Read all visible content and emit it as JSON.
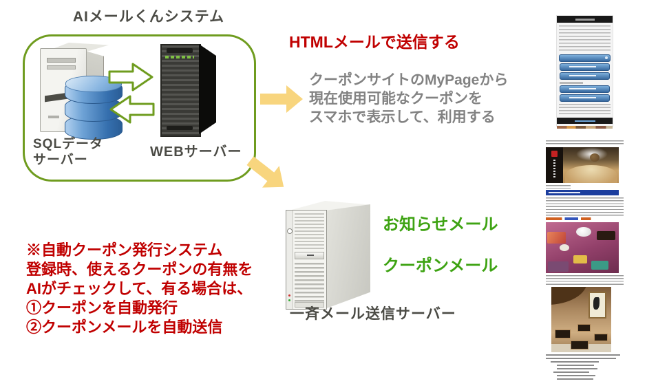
{
  "colors": {
    "red": "#C00000",
    "dark": "#4B4B45",
    "gray": "#828282",
    "olive": "#6F9C1F",
    "green": "#3EA313",
    "yellow": "#F8D57E",
    "navy": "#1C3E9E",
    "btnblue1": "#7DB0DC",
    "btnblue2": "#38699F"
  },
  "system": {
    "title": "AIメールくんシステム",
    "sql_label_line1": "SQLデータ",
    "sql_label_line2": "サーバー",
    "web_label": "WEBサーバー"
  },
  "annotations": {
    "html_mail_heading": "HTMLメールで送信する",
    "coupon_usage_line1": "クーポンサイトのMyPageから",
    "coupon_usage_line2": "現在使用可能なクーポンを",
    "coupon_usage_line3": "スマホで表示して、利用する",
    "notice_mail": "お知らせメール",
    "coupon_mail": "クーポンメール",
    "mail_server_label": "一斉メール送信サーバー",
    "auto_coupon_note_lines": [
      "※自動クーポン発行システム",
      "登録時、使えるクーポンの有無を",
      "AIがチェックして、有る場合は、",
      "①クーポンを自動発行",
      "②クーポンメールを自動送信"
    ]
  }
}
